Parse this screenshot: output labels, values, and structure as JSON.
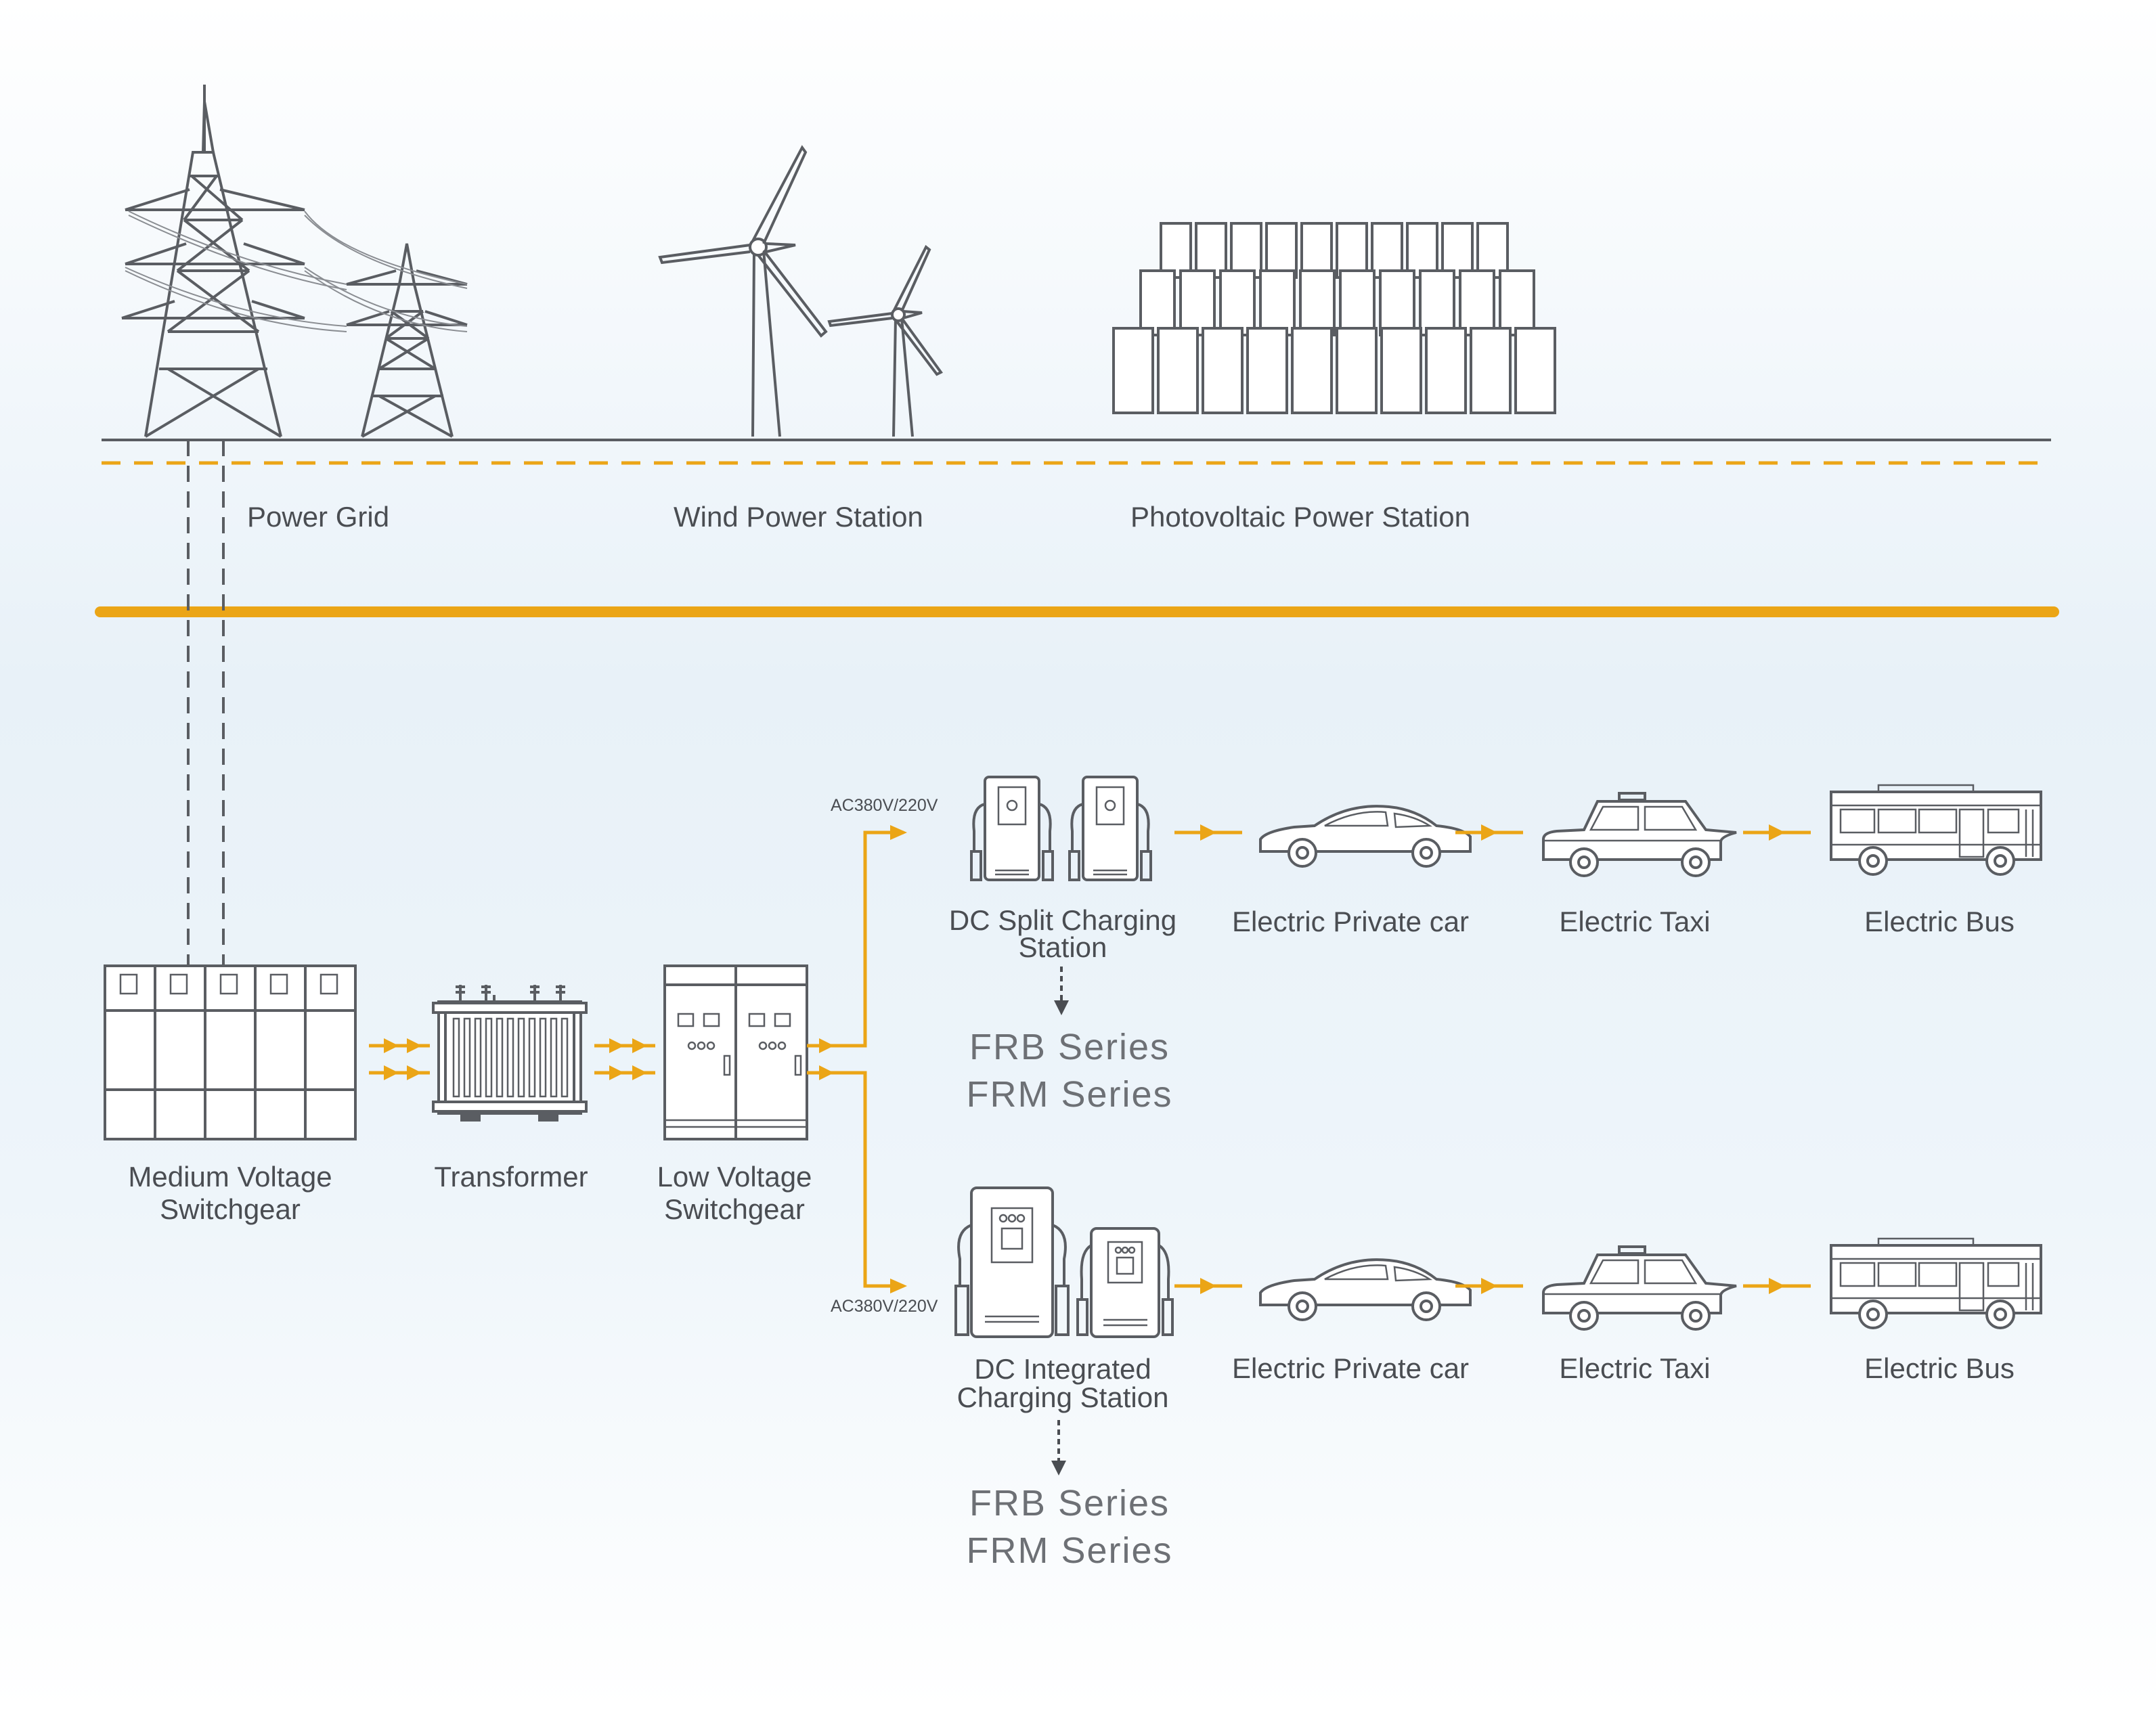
{
  "sources": {
    "power_grid": "Power Grid",
    "wind": "Wind Power Station",
    "photovoltaic": "Photovoltaic Power Station"
  },
  "equipment": {
    "mv_switchgear": [
      "Medium Voltage",
      "Switchgear"
    ],
    "transformer": "Transformer",
    "lv_switchgear": [
      "Low Voltage",
      "Switchgear"
    ]
  },
  "branches": [
    {
      "voltage": "AC380V/220V",
      "station": [
        "DC Split Charging",
        "Station"
      ],
      "series": [
        "FRB Series",
        "FRM Series"
      ],
      "vehicles": [
        "Electric Private car",
        "Electric Taxi",
        "Electric Bus"
      ]
    },
    {
      "voltage": "AC380V/220V",
      "station": [
        "DC Integrated",
        "Charging Station"
      ],
      "series": [
        "FRB Series",
        "FRM Series"
      ],
      "vehicles": [
        "Electric Private car",
        "Electric Taxi",
        "Electric Bus"
      ]
    }
  ],
  "colors": {
    "accent": "#eba516",
    "line": "#5a5d62",
    "text": "#4a4d52"
  }
}
